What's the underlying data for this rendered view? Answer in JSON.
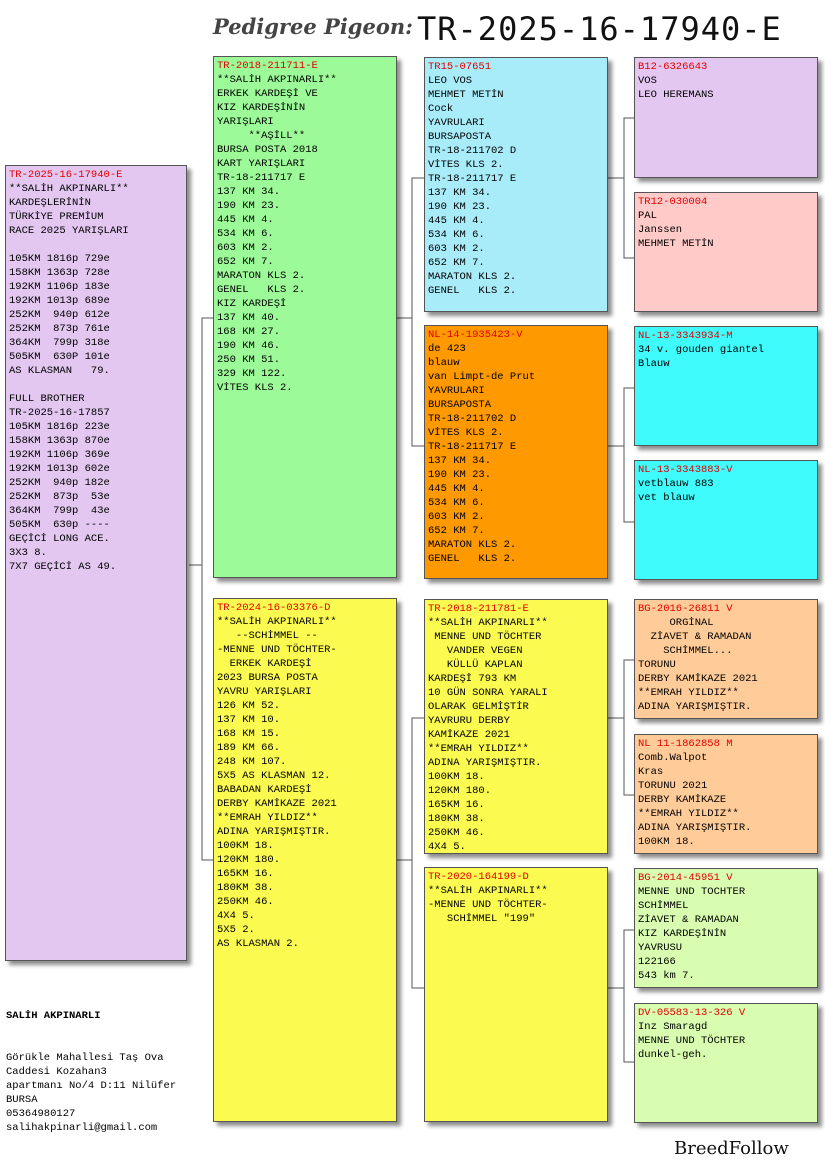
{
  "header": {
    "label": "Pedigree Pigeon:",
    "ring": "TR-2025-16-17940-E"
  },
  "colors": {
    "ring_red": "#e00000",
    "lavender": "#e3c7f1",
    "green": "#9dfa98",
    "light_blue": "#a9ecf9",
    "orange": "#ff9900",
    "yellow": "#fbfa50",
    "pink": "#ffcac8",
    "cyan": "#3ffbfb",
    "peach": "#ffcc99",
    "light_green": "#d9fdb0"
  },
  "pigeons": {
    "main": {
      "ring": "TR-2025-16-17940-E",
      "body": "**SALİH AKPINARLI**\nKARDEŞLERİNİN\nTÜRKİYE PREMİUM\nRACE 2025 YARIŞLARI\n\n105KM 1816p 729e\n158KM 1363p 728e\n192KM 1106p 183e\n192KM 1013p 689e\n252KM  940p 612e\n252KM  873p 761e\n364KM  799p 318e\n505KM  630P 101e\nAS KLASMAN   79.\n\nFULL BROTHER\nTR-2025-16-17857\n105KM 1816p 223e\n158KM 1363p 870e\n192KM 1106p 369e\n192KM 1013p 602e\n252KM  940p 182e\n252KM  873p  53e\n364KM  799p  43e\n505KM  630p ----\nGEÇİCİ LONG ACE.\n3X3 8.\n7X7 GEÇİCİ AS 49."
    },
    "sire": {
      "ring": "TR-2018-211711-E",
      "body": "**SALİH AKPINARLI**\nERKEK KARDEŞİ VE\nKIZ KARDEŞİNİN\nYARIŞLARI\n     **AŞİLL**\nBURSA POSTA 2018\nKART YARIŞLARI\nTR-18-211717 E\n137 KM 34.\n190 KM 23.\n445 KM 4.\n534 KM 6.\n603 KM 2.\n652 KM 7.\nMARATON KLS 2.\nGENEL   KLS 2.\nKIZ KARDEŞİ\n137 KM 40.\n168 KM 27.\n190 KM 46.\n250 KM 51.\n329 KM 122.\nVİTES KLS 2."
    },
    "dam": {
      "ring": "TR-2024-16-03376-D",
      "body": "**SALİH AKPINARLI**\n   --SCHİMMEL --\n-MENNE UND TÖCHTER-\n  ERKEK KARDEŞİ\n2023 BURSA POSTA\nYAVRU YARIŞLARI\n126 KM 52.\n137 KM 10.\n168 KM 15.\n189 KM 66.\n248 KM 107.\n5X5 AS KLASMAN 12.\nBABADAN KARDEŞİ\nDERBY KAMİKAZE 2021\n**EMRAH YILDIZ**\nADINA YARIŞMIŞTIR.\n100KM 18.\n120KM 180.\n165KM 16.\n180KM 38.\n250KM 46.\n4X4 5.\n5X5 2.\nAS KLASMAN 2."
    },
    "ss": {
      "ring": "TR15-07651",
      "body": "LEO VOS\nMEHMET METİN\nCock\nYAVRULARI\nBURSAPOSTA\nTR-18-211702 D\nVİTES KLS 2.\nTR-18-211717 E\n137 KM 34.\n190 KM 23.\n445 KM 4.\n534 KM 6.\n603 KM 2.\n652 KM 7.\nMARATON KLS 2.\nGENEL   KLS 2."
    },
    "sd": {
      "ring": "NL-14-1935423-V",
      "body": "de 423\nblauw\nvan Limpt-de Prut\nYAVRULARI\nBURSAPOSTA\nTR-18-211702 D\nVİTES KLS 2.\nTR-18-211717 E\n137 KM 34.\n190 KM 23.\n445 KM 4.\n534 KM 6.\n603 KM 2.\n652 KM 7.\nMARATON KLS 2.\nGENEL   KLS 2."
    },
    "ds": {
      "ring": "TR-2018-211781-E",
      "body": "**SALİH AKPINARLI**\n MENNE UND TÖCHTER\n   VANDER VEGEN\n   KÜLLÜ KAPLAN\nKARDEŞİ 793 KM\n10 GÜN SONRA YARALI\nOLARAK GELMİŞTİR\nYAVRURU DERBY\nKAMİKAZE 2021\n**EMRAH YILDIZ**\nADINA YARIŞMIŞTIR.\n100KM 18.\n120KM 180.\n165KM 16.\n180KM 38.\n250KM 46.\n4X4 5."
    },
    "dd": {
      "ring": "TR-2020-164199-D",
      "body": "**SALİH AKPINARLI**\n-MENNE UND TÖCHTER-\n   SCHİMMEL \"199\""
    },
    "sss": {
      "ring": "B12-6326643",
      "body": "VOS\nLEO HEREMANS"
    },
    "ssd": {
      "ring": "TR12-030004",
      "body": "PAL\nJanssen\nMEHMET METİN"
    },
    "sds": {
      "ring": "NL-13-3343934-M",
      "body": "34 v. gouden giantel\nBlauw"
    },
    "sdd": {
      "ring": "NL-13-3343883-V",
      "body": "vetblauw 883\nvet blauw"
    },
    "dss": {
      "ring": "BG-2016-26811 V",
      "body": "     ORGİNAL\n  ZİAVET & RAMADAN\n    SCHİMMEL...\nTORUNU\nDERBY KAMİKAZE 2021\n**EMRAH YILDIZ**\nADINA YARIŞMIŞTIR."
    },
    "dsd": {
      "ring": "NL 11-1862858 M",
      "body": "Comb.Walpot\nKras\nTORUNU 2021\nDERBY KAMİKAZE\n**EMRAH YILDIZ**\nADINA YARIŞMIŞTIR.\n100KM 18."
    },
    "dds": {
      "ring": "BG-2014-45951 V",
      "body": "MENNE UND TOCHTER\nSCHİMMEL\nZİAVET & RAMADAN\nKIZ KARDEŞİNİN\nYAVRUSU\n122166\n543 km 7."
    },
    "ddd": {
      "ring": "DV-05583-13-326 V",
      "body": "Inz Smaragd\nMENNE UND TÖCHTER\ndunkel-geh."
    }
  },
  "owner": {
    "name": "SALİH AKPINARLI",
    "address": "Görükle Mahallesi Taş Ova\nCaddesi Kozahan3\napartmanı No/4 D:11 Nilüfer\nBURSA\n05364980127\nsalihakpinarli@gmail.com"
  },
  "footer": {
    "brand": "BreedFollow"
  }
}
